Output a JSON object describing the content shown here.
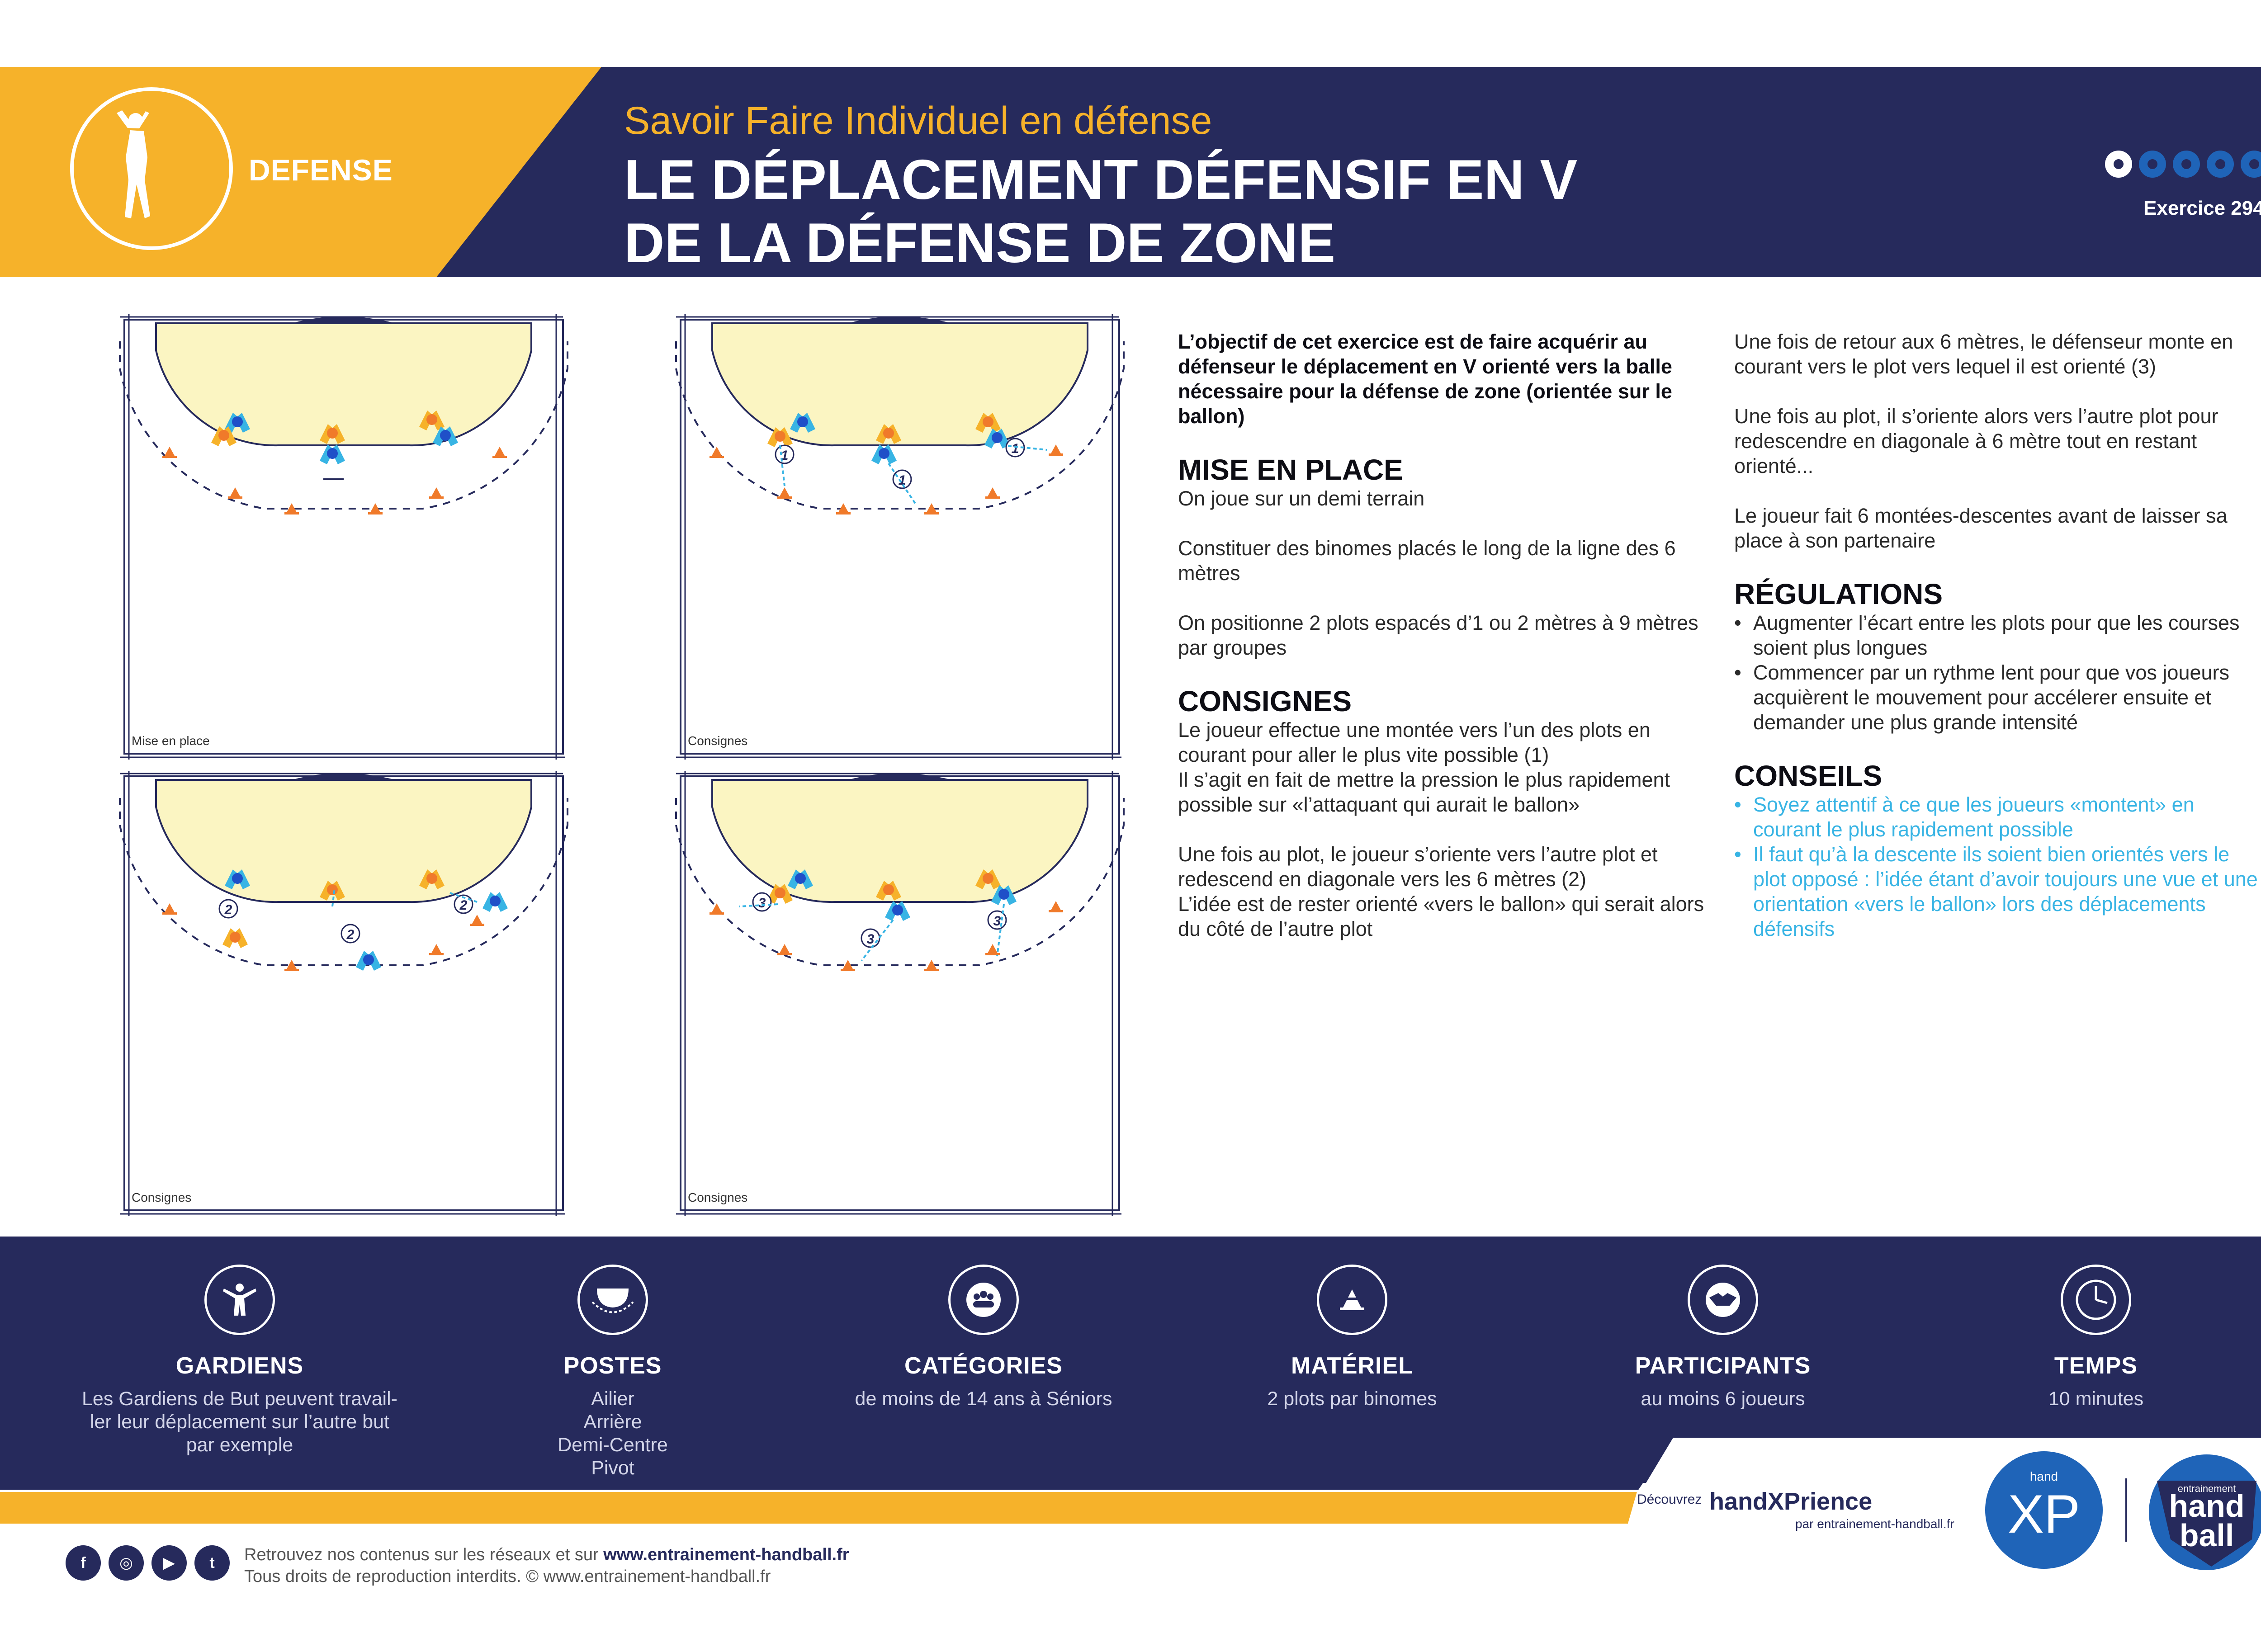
{
  "header": {
    "category": "DEFENSE",
    "subtitle": "Savoir Faire Individuel en défense",
    "title_line1": "LE DÉPLACEMENT DÉFENSIF EN V",
    "title_line2": "DE LA DÉFENSE DE ZONE",
    "exercise_number": "Exercice 294",
    "difficulty": 1,
    "difficulty_max": 5
  },
  "diagrams": [
    {
      "label": "Mise en place"
    },
    {
      "label": "Consignes",
      "step_number": "1"
    },
    {
      "label": "Consignes",
      "step_number": "2"
    },
    {
      "label": "Consignes",
      "step_number": "3"
    }
  ],
  "intro": "L’objectif de cet exercice est de faire acquérir au défenseur le déplacement en V orienté vers la balle nécessaire pour la défense de zone (orientée sur le ballon)",
  "mise_en_place": {
    "heading": "MISE EN PLACE",
    "paragraphs": [
      "On joue sur un demi terrain",
      "Constituer des binomes placés le long de la ligne des 6 mètres",
      "On positionne 2 plots espacés d’1 ou 2 mètres à 9 mètres par groupes"
    ]
  },
  "consignes": {
    "heading": "CONSIGNES",
    "paragraphs": [
      "Le joueur effectue une montée vers l’un des plots en courant pour aller le plus vite possible (1)",
      "Il s’agit en fait de mettre la pression le plus rapidement possible sur «l’attaquant qui aurait le ballon»",
      "Une fois au plot, le joueur s’oriente vers l’autre plot et redescend en diagonale vers les 6 mètres (2)",
      "L’idée est de rester orienté «vers le ballon» qui serait alors du côté de l’autre plot"
    ]
  },
  "col3_paragraphs": [
    "Une fois de retour aux 6 mètres, le défenseur monte en courant vers le plot vers lequel il est orienté (3)",
    "Une fois au plot, il s’oriente alors vers l’autre plot pour redescendre en diagonale à 6 mètre tout en restant orienté...",
    "Le joueur fait 6 montées-descentes avant de laisser sa place à son partenaire"
  ],
  "regulations": {
    "heading": "RÉGULATIONS",
    "items": [
      "Augmenter l’écart entre les plots pour que les courses soient plus longues",
      "Commencer par un rythme lent pour que vos joueurs acquièrent le mouvement pour accélerer ensuite et demander une plus grande intensité"
    ]
  },
  "conseils": {
    "heading": "CONSEILS",
    "items": [
      "Soyez attentif à ce que les joueurs «montent» en courant le plus rapidement possible",
      "Il faut qu’à la descente ils soient bien orientés vers le plot opposé : l’idée étant d’avoir toujours une vue et une orientation «vers le ballon» lors des déplacements défensifs"
    ]
  },
  "info_bar": [
    {
      "icon": "goalkeeper-icon",
      "title": "GARDIENS",
      "lines": [
        "Les Gardiens de But peuvent travail-",
        "ler leur déplacement sur l’autre but",
        "par exemple"
      ]
    },
    {
      "icon": "positions-icon",
      "title": "POSTES",
      "lines": [
        "Ailier",
        "Arrière",
        "Demi-Centre",
        "Pivot"
      ]
    },
    {
      "icon": "group-icon",
      "title": "CATÉGORIES",
      "lines": [
        "de moins de 14 ans à Séniors"
      ]
    },
    {
      "icon": "cones-icon",
      "title": "MATÉRIEL",
      "lines": [
        "2 plots par binomes"
      ]
    },
    {
      "icon": "handshake-icon",
      "title": "PARTICIPANTS",
      "lines": [
        "au moins 6 joueurs"
      ]
    },
    {
      "icon": "clock-icon",
      "title": "TEMPS",
      "lines": [
        "10 minutes"
      ]
    }
  ],
  "footer": {
    "promo_prefix": "Découvrez",
    "promo_brand": "handXPrience",
    "promo_by": "par entrainement-handball.fr",
    "social_text": "Retrouvez nos contenus sur les réseaux et sur",
    "site": "www.entrainement-handball.fr",
    "rights": "Tous droits de reproduction interdits. © www.entrainement-handball.fr",
    "socials": [
      "facebook-icon",
      "instagram-icon",
      "youtube-icon",
      "twitter-icon"
    ]
  },
  "colors": {
    "navy": "#262a5c",
    "yellow": "#f6b22a",
    "blue": "#38b4e4",
    "orange": "#f07a2a"
  }
}
